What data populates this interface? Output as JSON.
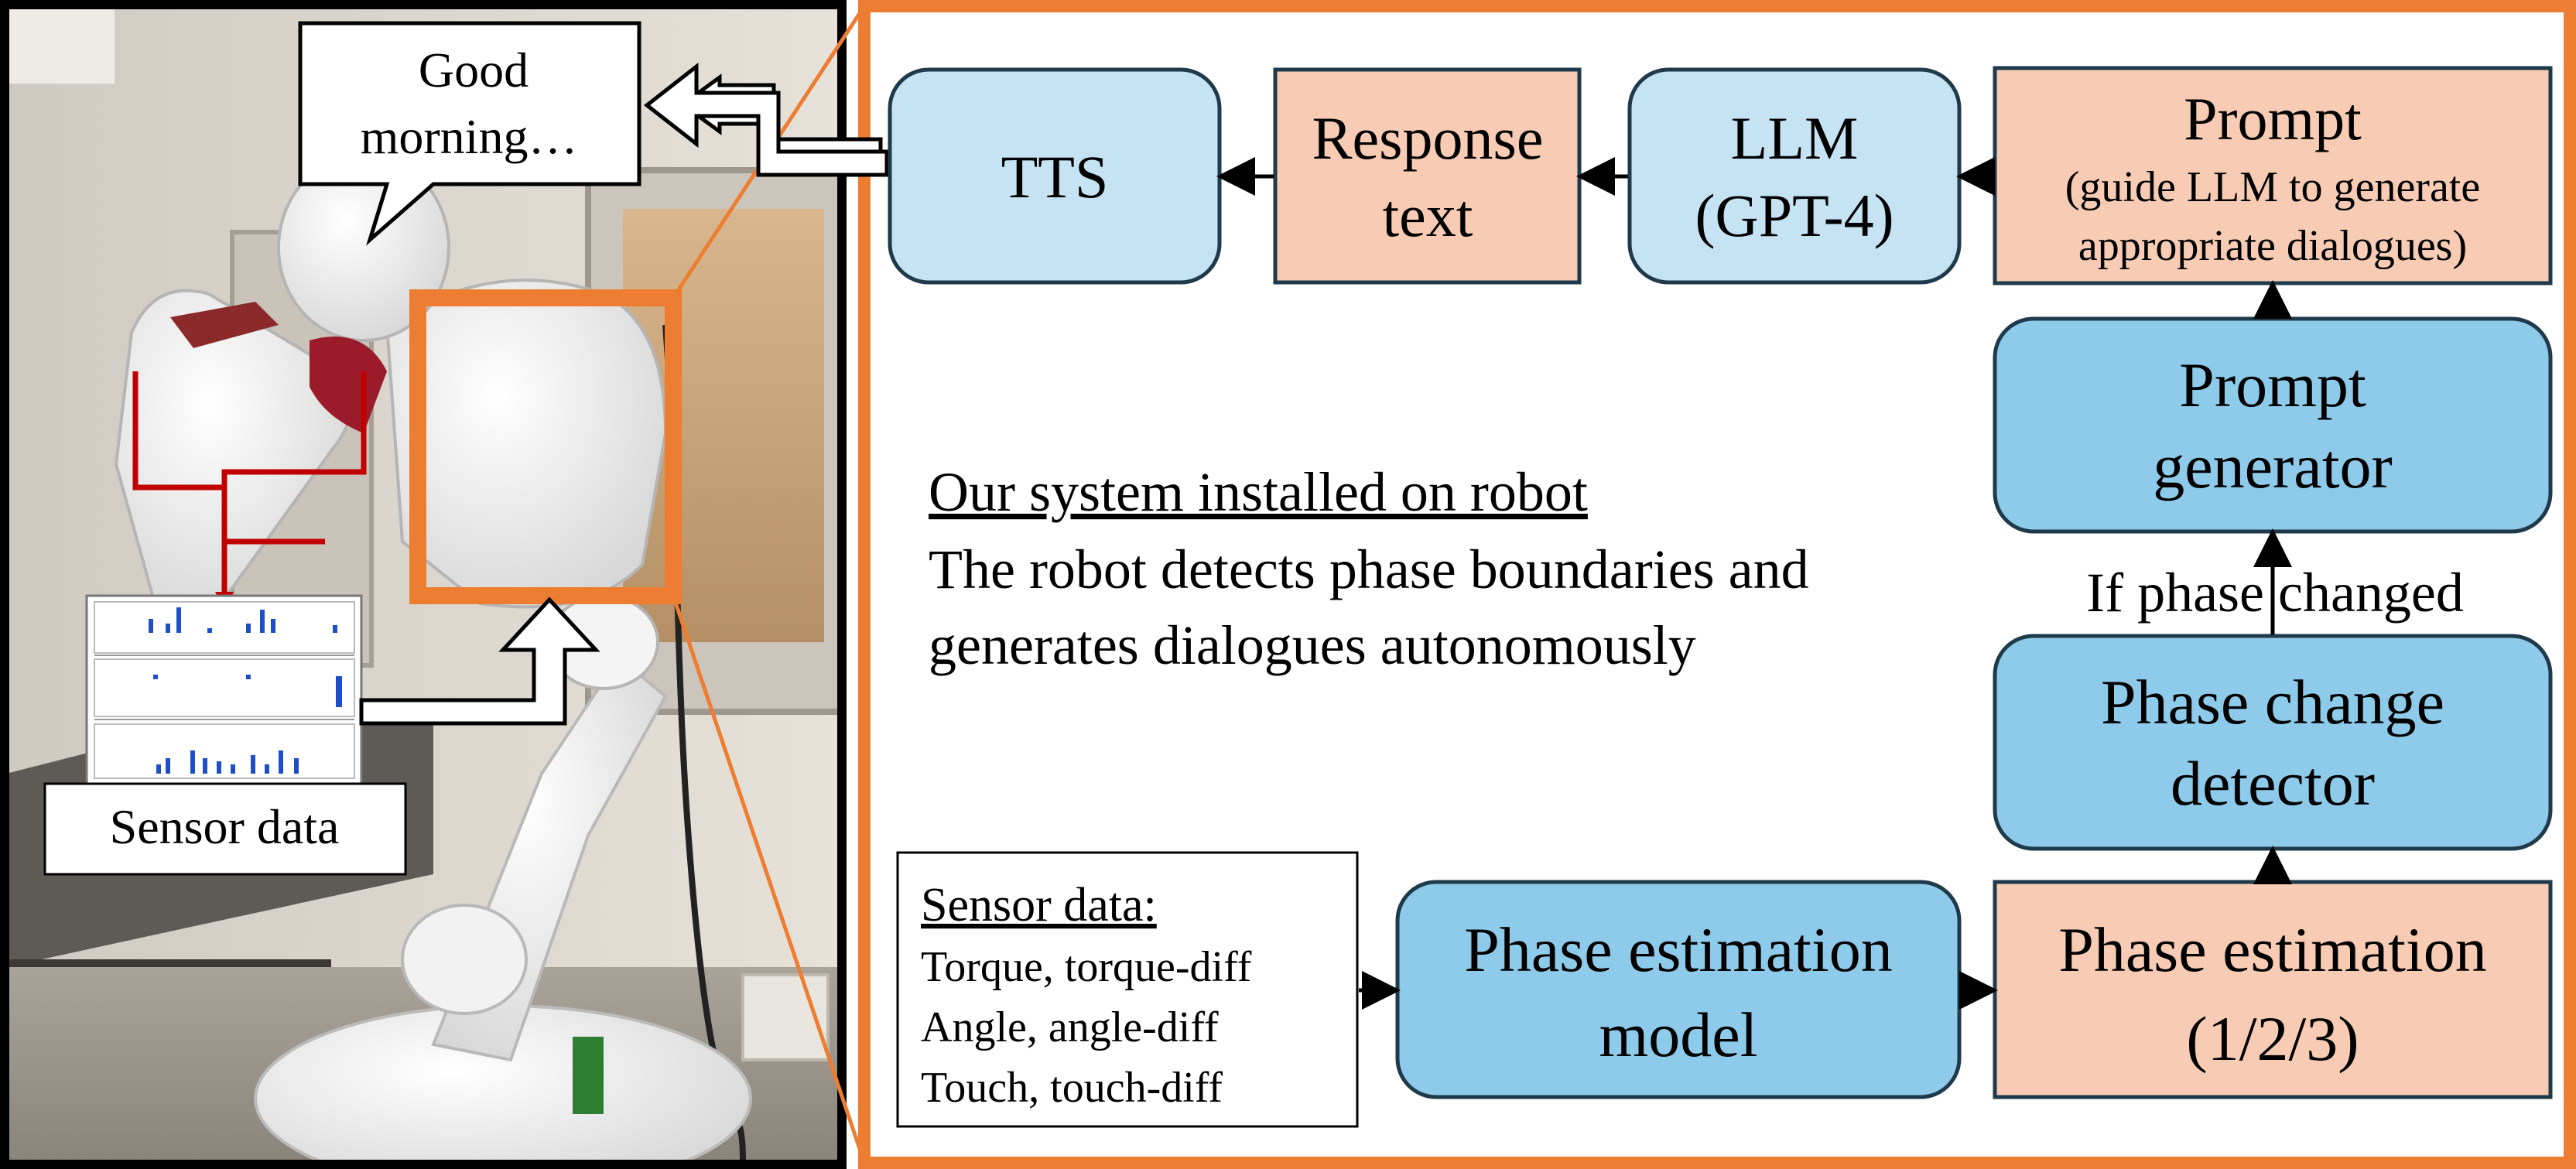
{
  "speech_bubble": {
    "line1": "Good",
    "line2": "morning…"
  },
  "sensor_panel": {
    "label": "Sensor data"
  },
  "nodes": {
    "tts": {
      "label": "TTS"
    },
    "response_text": {
      "line1": "Response",
      "line2": "text"
    },
    "llm": {
      "line1": "LLM",
      "line2": "(GPT-4)"
    },
    "prompt": {
      "title": "Prompt",
      "sub1": "(guide LLM to generate",
      "sub2": "appropriate dialogues)"
    },
    "prompt_generator": {
      "line1": "Prompt",
      "line2": "generator"
    },
    "phase_change_detector": {
      "line1": "Phase change",
      "line2": "detector"
    },
    "phase_estimation_model": {
      "line1": "Phase estimation",
      "line2": "model"
    },
    "phase_estimation": {
      "line1": "Phase estimation",
      "line2": "(1/2/3)"
    }
  },
  "edge_label": "If phase changed",
  "description": {
    "heading": "Our system installed on robot",
    "line1": "The robot detects phase boundaries and",
    "line2": "generates dialogues autonomously"
  },
  "sensor_box": {
    "heading": "Sensor data:",
    "line1": "Torque, torque-diff",
    "line2": "Angle, angle-diff",
    "line3": "Touch, touch-diff"
  },
  "colors": {
    "accent_orange": "#ED7D31",
    "node_blue_light": "#C5E3F3",
    "node_blue": "#8ECBEB",
    "node_peach": "#F7CBB4",
    "outline_dark": "#1F3A4A",
    "robot_red": "#C00000",
    "chart_blue": "#1F4FC8"
  }
}
